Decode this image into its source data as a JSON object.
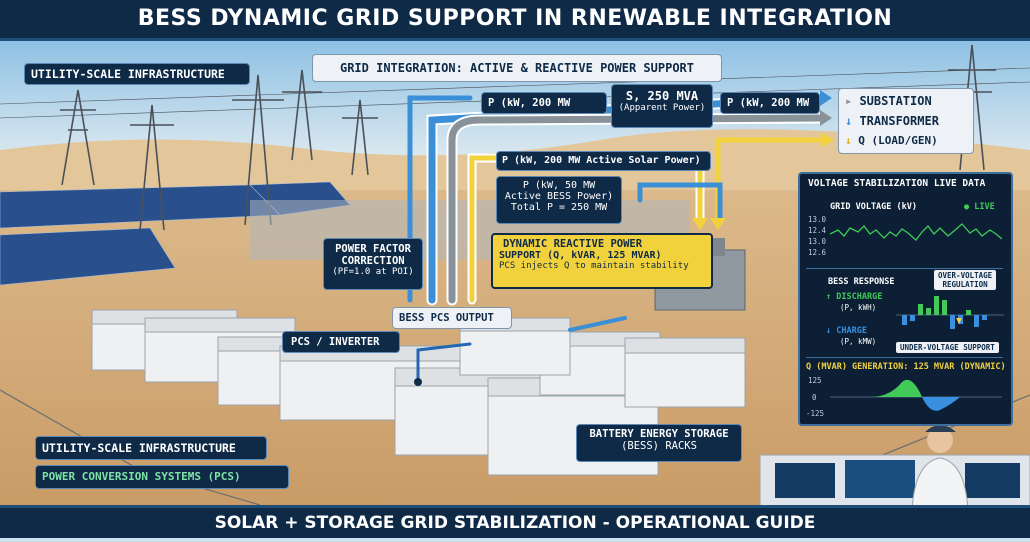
{
  "title": "BESS DYNAMIC GRID SUPPORT IN RNEWABLE INTEGRATION",
  "footer": "SOLAR + STORAGE GRID STABILIZATION - OPERATIONAL GUIDE",
  "labels": {
    "utility_top": "UTILITY-SCALE INFRASTRUCTURE",
    "grid_integration": "GRID INTEGRATION: ACTIVE & REACTIVE POWER SUPPORT",
    "p_kw_1": "P (kW, 200 MW",
    "s_mva": "S, 250 MVA",
    "apparent": "(Apparent Power)",
    "p_kw_2": "P (kW, 200 MW",
    "substation": "SUBSTATION",
    "transformer": "TRANSFORMER",
    "q_load": "Q (LOAD/GEN)",
    "p_solar": "P (kW, 200 MW Active Solar Power)",
    "p_bess_1": "P (kW, 50 MW",
    "p_bess_2": "Active BESS Power)",
    "p_bess_3": "Total P = 250 MW",
    "pf_1": "POWER FACTOR",
    "pf_2": "CORRECTION",
    "pf_3": "(PF=1.0 at POI)",
    "dyn_1": "DYNAMIC REACTIVE POWER",
    "dyn_2": "SUPPORT (Q, kVAR, 125 MVAR)",
    "dyn_3": "PCS injects Q to maintain stability",
    "bess_pcs_output": "BESS PCS OUTPUT",
    "pcs_inverter": "PCS / INVERTER",
    "utility_bottom": "UTILITY-SCALE INFRASTRUCTURE",
    "pcs_systems": "POWER CONVERSION SYSTEMS (PCS)",
    "battery_1": "BATTERY ENERGY STORAGE",
    "battery_2": "(BESS) RACKS"
  },
  "panel": {
    "title": "VOLTAGE STABILIZATION LIVE DATA",
    "grid_voltage": "GRID VOLTAGE (kV)",
    "live": "LIVE",
    "voltage_ticks": [
      "13.0",
      "12.4",
      "13.0",
      "12.6"
    ],
    "bess_response": "BESS RESPONSE",
    "over_voltage_1": "OVER-VOLTAGE",
    "over_voltage_2": "REGULATION",
    "discharge": "DISCHARGE",
    "discharge_unit": "(P, kWH)",
    "charge": "CHARGE",
    "charge_unit": "(P, kMW)",
    "under_voltage": "UNDER-VOLTAGE SUPPORT",
    "q_gen": "Q (MVAR) GENERATION: 125 MVAR (DYNAMIC)",
    "q_ticks": [
      "125",
      "0",
      "-125"
    ]
  },
  "colors": {
    "banner": "#0e2a47",
    "active_arrow": "#3b8fd6",
    "apparent_arrow": "#8a9299",
    "solar_arrow": "#f2d23c",
    "live_green": "#41c95a",
    "response_blue": "#3a8fe0"
  }
}
